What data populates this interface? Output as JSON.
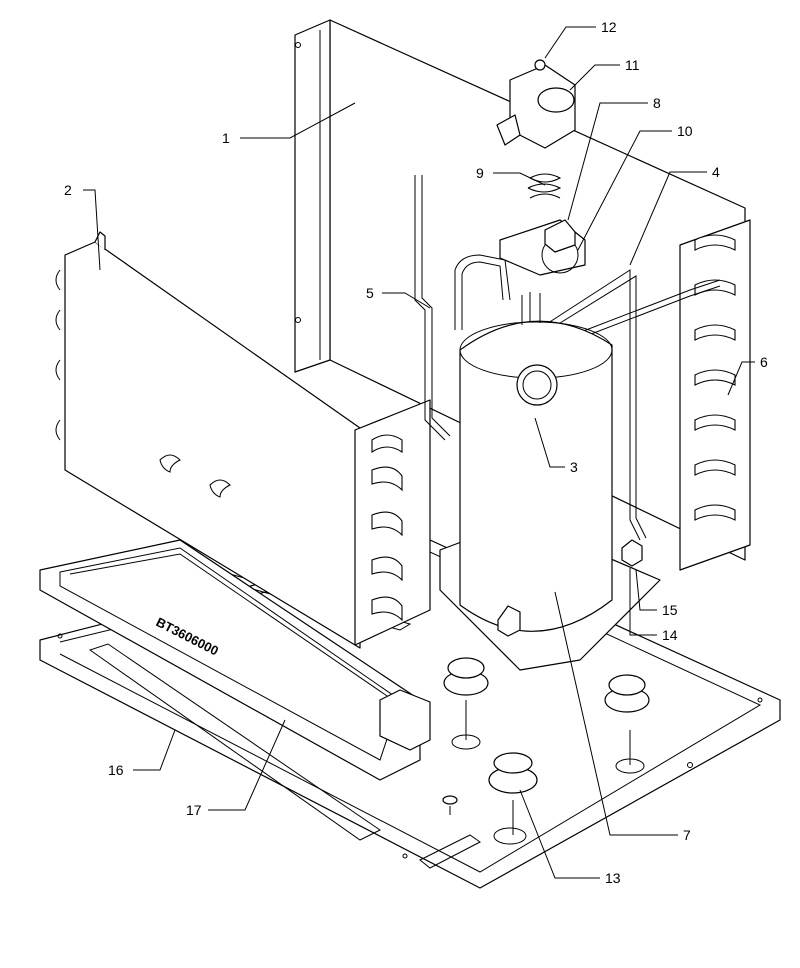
{
  "diagram": {
    "type": "exploded-parts-view",
    "etched_text": "BT3606000",
    "callouts": [
      {
        "id": "1",
        "label": "1"
      },
      {
        "id": "2",
        "label": "2"
      },
      {
        "id": "3",
        "label": "3"
      },
      {
        "id": "4",
        "label": "4"
      },
      {
        "id": "5",
        "label": "5"
      },
      {
        "id": "6",
        "label": "6"
      },
      {
        "id": "7",
        "label": "7"
      },
      {
        "id": "8",
        "label": "8"
      },
      {
        "id": "9",
        "label": "9"
      },
      {
        "id": "10",
        "label": "10"
      },
      {
        "id": "11",
        "label": "11"
      },
      {
        "id": "12",
        "label": "12"
      },
      {
        "id": "13",
        "label": "13"
      },
      {
        "id": "14",
        "label": "14"
      },
      {
        "id": "15",
        "label": "15"
      },
      {
        "id": "16",
        "label": "16"
      },
      {
        "id": "17",
        "label": "17"
      }
    ]
  }
}
